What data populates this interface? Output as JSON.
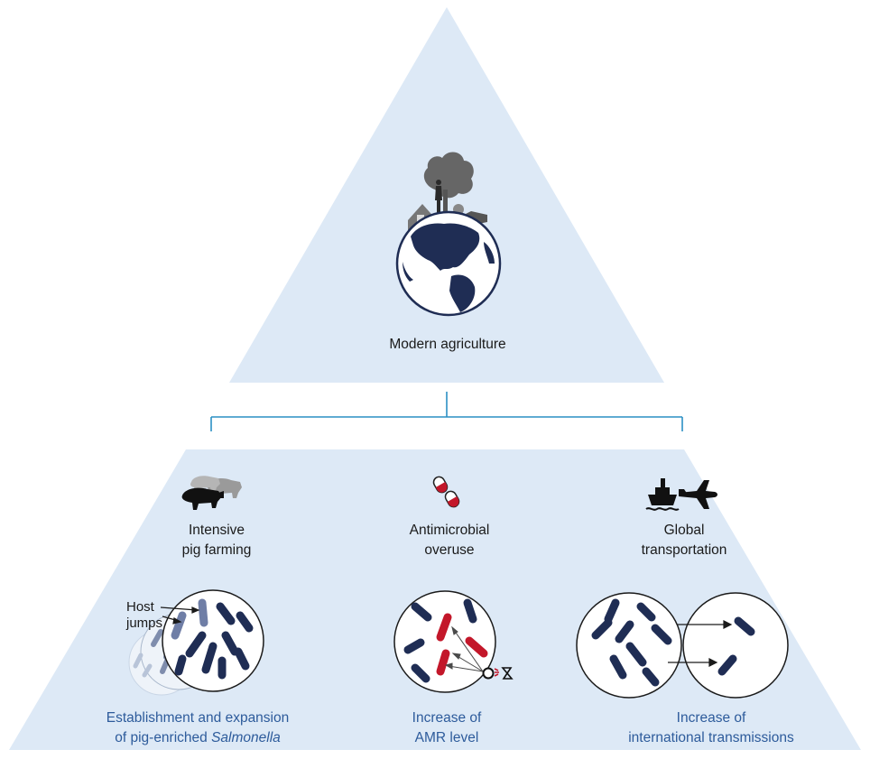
{
  "top": {
    "label": "Modern agriculture"
  },
  "drivers": [
    {
      "label_line1": "Intensive",
      "label_line2": "pig farming",
      "icon": "pig-icon"
    },
    {
      "label_line1": "Antimicrobial",
      "label_line2": "overuse",
      "icon": "pills-icon"
    },
    {
      "label_line1": "Global",
      "label_line2": "transportation",
      "icon": "ship-plane-icon"
    }
  ],
  "annotations": {
    "host_jumps_line1": "Host",
    "host_jumps_line2": "jumps"
  },
  "outcomes": [
    {
      "line1": "Establishment and expansion",
      "line2_prefix": "of pig-enriched ",
      "line2_italic": "Salmonella"
    },
    {
      "line1": "Increase of",
      "line2": "AMR level"
    },
    {
      "line1": "Increase of",
      "line2": "international transmissions"
    }
  ],
  "colors": {
    "triangle_fill": "#dde9f6",
    "connector": "#2b8fc4",
    "bacteria": "#1f2d54",
    "bacteria_light": "#6f7ea6",
    "resistant_bacteria": "#c3172a",
    "outcome_text": "#2d5b9b"
  }
}
